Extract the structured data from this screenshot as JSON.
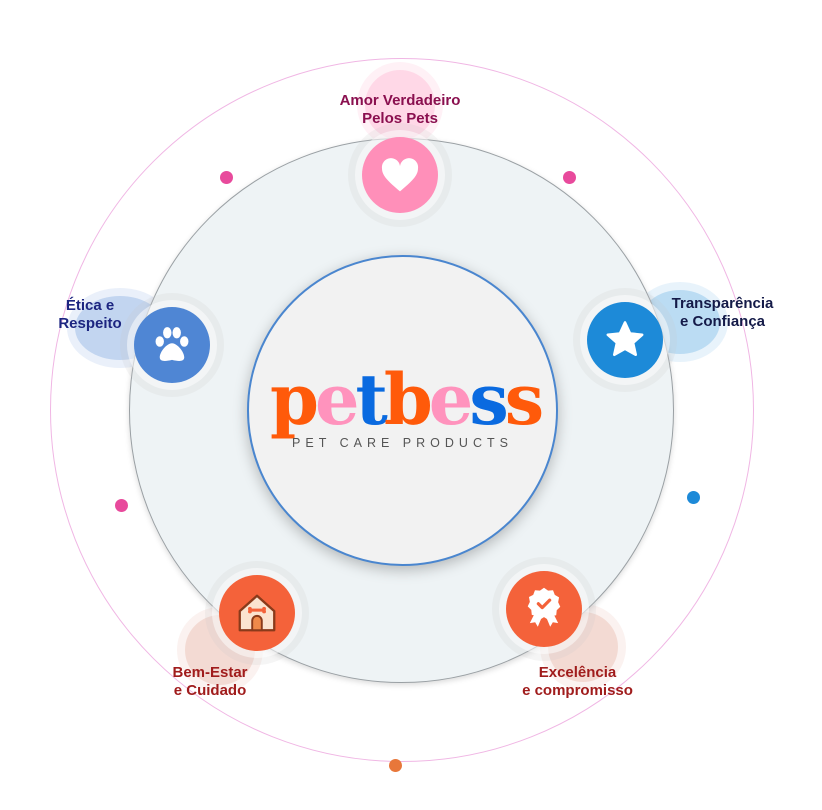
{
  "logo": {
    "letters": [
      "p",
      "e",
      "t",
      "b",
      "e",
      "s",
      "s"
    ],
    "tagline": "PET CARE PRODUCTS",
    "brand": "petbess"
  },
  "values": [
    {
      "label_line1": "Amor Verdadeiro",
      "label_line2": "Pelos Pets",
      "icon": "heart-icon",
      "color": "#ff8fb9",
      "text_color": "#8a0f4f"
    },
    {
      "label_line1": "Ética e",
      "label_line2": "Respeito",
      "icon": "paw-icon",
      "color": "#4f86d4",
      "text_color": "#1c2580"
    },
    {
      "label_line1": "Transparência",
      "label_line2": "e Confiança",
      "icon": "star-icon",
      "color": "#1d8ad8",
      "text_color": "#141a48"
    },
    {
      "label_line1": "Bem-Estar",
      "label_line2": "e Cuidado",
      "icon": "dog-house-icon",
      "color": "#f4623a",
      "text_color": "#a01c1c"
    },
    {
      "label_line1": "Excelência",
      "label_line2": "e compromisso",
      "icon": "award-icon",
      "color": "#f4623a",
      "text_color": "#a01c1c"
    }
  ],
  "colors": {
    "orange": "#ff5a0a",
    "pink": "#ff93bd",
    "blue": "#0a6ae0"
  }
}
